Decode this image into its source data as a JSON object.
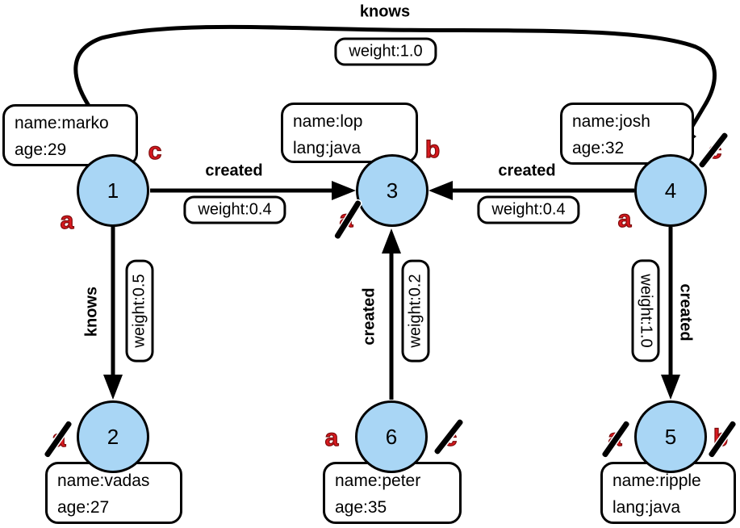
{
  "colors": {
    "node_fill": "#A9D6F5",
    "marker_red": "#D8191F"
  },
  "nodes": {
    "v1": {
      "id": "1",
      "props": {
        "line1": "name:marko",
        "line2": "age:29"
      }
    },
    "v2": {
      "id": "2",
      "props": {
        "line1": "name:vadas",
        "line2": "age:27"
      }
    },
    "v3": {
      "id": "3",
      "props": {
        "line1": "name:lop",
        "line2": "lang:java"
      }
    },
    "v4": {
      "id": "4",
      "props": {
        "line1": "name:josh",
        "line2": "age:32"
      }
    },
    "v5": {
      "id": "5",
      "props": {
        "line1": "name:ripple",
        "line2": "lang:java"
      }
    },
    "v6": {
      "id": "6",
      "props": {
        "line1": "name:peter",
        "line2": "age:35"
      }
    }
  },
  "edges": {
    "knows_1_4": {
      "label": "knows",
      "weight": "weight:1.0"
    },
    "created_1_3": {
      "label": "created",
      "weight": "weight:0.4"
    },
    "created_4_3": {
      "label": "created",
      "weight": "weight:0.4"
    },
    "knows_1_2": {
      "label": "knows",
      "weight": "weight:0.5"
    },
    "created_6_3": {
      "label": "created",
      "weight": "weight:0.2"
    },
    "created_4_5": {
      "label": "created",
      "weight": "weight:1.0"
    }
  },
  "markers": {
    "v1_a": {
      "letter": "a",
      "slashed": false
    },
    "v1_c": {
      "letter": "c",
      "slashed": false
    },
    "v2_a": {
      "letter": "a",
      "slashed": true
    },
    "v3_a": {
      "letter": "a",
      "slashed": true
    },
    "v3_b": {
      "letter": "b",
      "slashed": false
    },
    "v4_a": {
      "letter": "a",
      "slashed": false
    },
    "v4_c": {
      "letter": "c",
      "slashed": true
    },
    "v5_a": {
      "letter": "a",
      "slashed": true
    },
    "v5_b": {
      "letter": "b",
      "slashed": true
    },
    "v6_a": {
      "letter": "a",
      "slashed": false
    },
    "v6_c": {
      "letter": "c",
      "slashed": true
    }
  }
}
